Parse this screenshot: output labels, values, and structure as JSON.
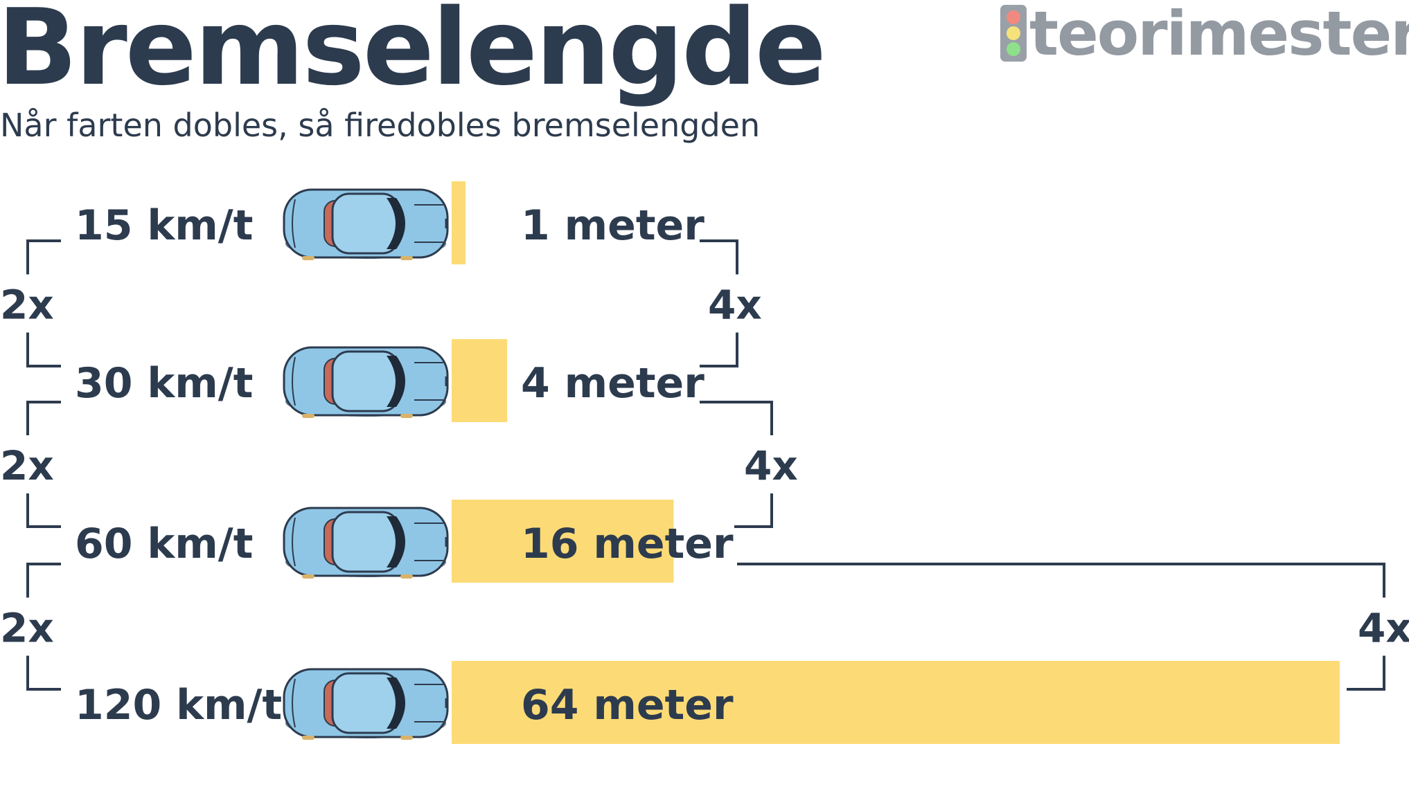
{
  "title": "Bremselengde",
  "subtitle": "Når farten dobles, så firedobles bremselengden",
  "logo": {
    "text": "teorimester",
    "icon": "traffic-light-icon"
  },
  "colors": {
    "bar": "#fcdb76",
    "text": "#2d3b4e",
    "car": "#8fc6e6",
    "logo": "#949aa2",
    "light_red": "#f08a80",
    "light_yellow": "#f5e27a",
    "light_green": "#8fe08a"
  },
  "chart_data": {
    "type": "bar",
    "orientation": "horizontal",
    "categories": [
      "15 km/t",
      "30 km/t",
      "60 km/t",
      "120 km/t"
    ],
    "values": [
      1,
      4,
      16,
      64
    ],
    "labels": [
      "1 meter",
      "4 meter",
      "16 meter",
      "64 meter"
    ],
    "xlim": [
      0,
      64
    ],
    "speed_multiplier_label": "2x",
    "distance_multiplier_label": "4x",
    "grid": false,
    "legend": "none"
  }
}
